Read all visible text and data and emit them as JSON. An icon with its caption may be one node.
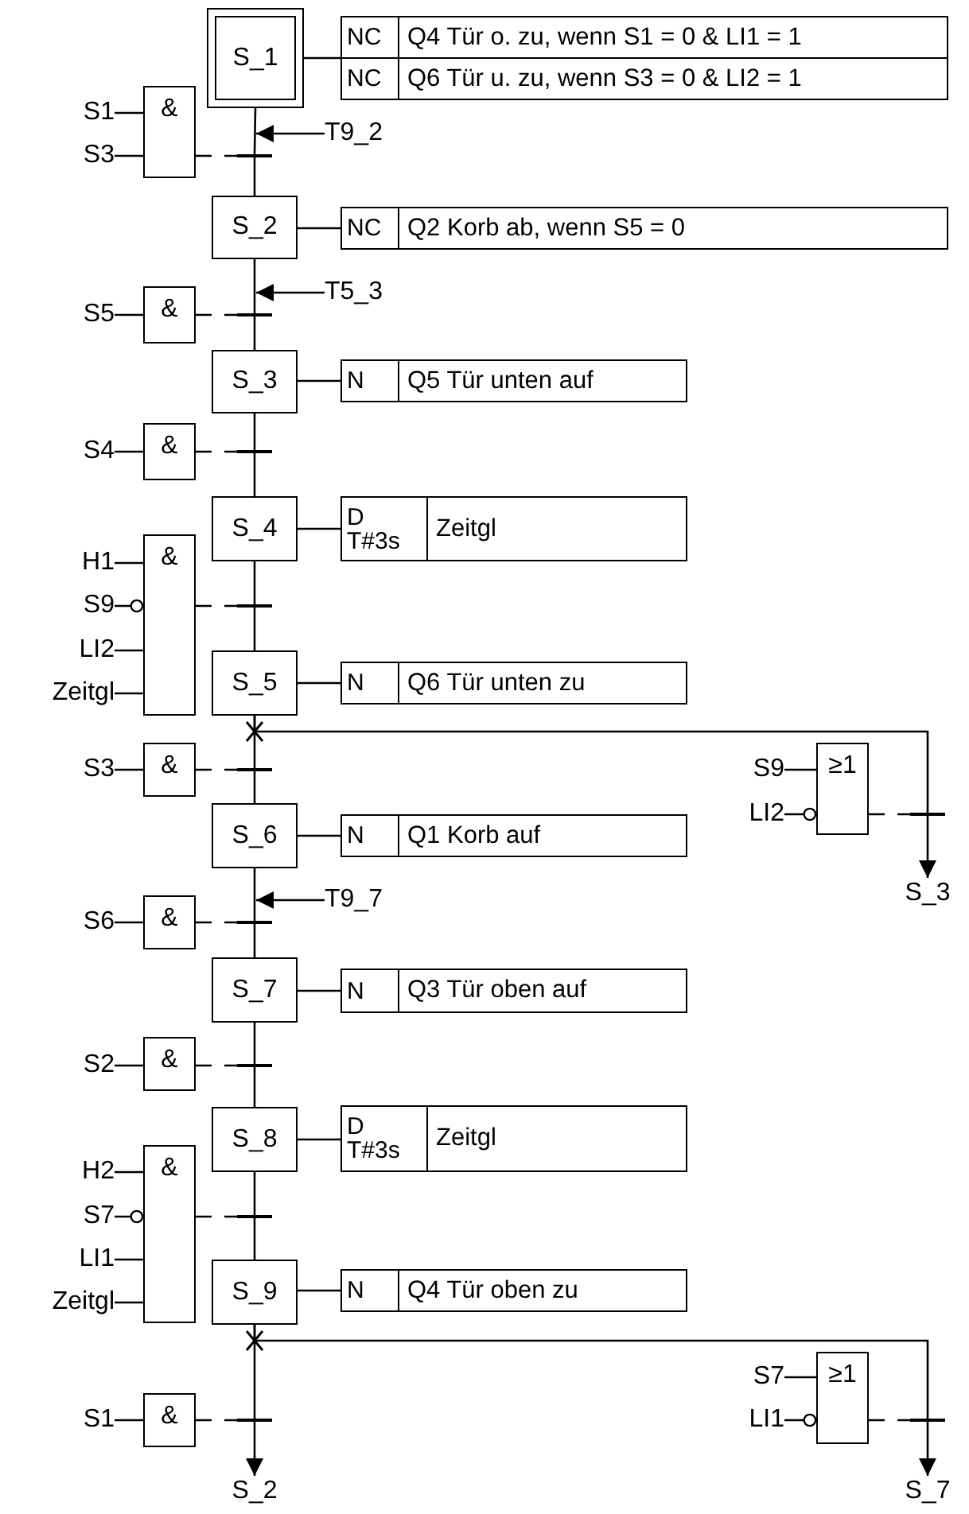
{
  "diagram": {
    "nodes": [
      {
        "text": [
          "S_1"
        ]
      },
      {
        "text": [
          "NC",
          "Q4 Tür o. zu, wenn S1 = 0 & LI1 = 1"
        ]
      },
      {
        "text": [
          "NC",
          "Q6 Tür u. zu, wenn S3 = 0 & LI2 = 1"
        ]
      },
      {
        "text": [
          "S1"
        ]
      },
      {
        "text": [
          "&"
        ]
      },
      {
        "text": [
          "T9_2"
        ]
      },
      {
        "text": [
          "S3"
        ]
      },
      {
        "text": [],
        "shape": "bar"
      },
      {
        "text": [
          "S_2"
        ]
      },
      {
        "text": [
          "NC",
          "Q2 Korb ab, wenn S5 = 0"
        ]
      },
      {
        "text": [
          "T5_3"
        ]
      },
      {
        "text": [
          "S5"
        ]
      },
      {
        "text": [
          "&"
        ]
      },
      {
        "text": [],
        "shape": "bar"
      },
      {
        "text": [
          "S_3"
        ]
      },
      {
        "text": [
          "N",
          "Q5 Tür unten auf"
        ]
      },
      {
        "text": [
          "S4"
        ]
      },
      {
        "text": [
          "&"
        ]
      },
      {
        "text": [],
        "shape": "bar"
      },
      {
        "text": [
          "S_4"
        ]
      },
      {
        "text": [
          "D T#3s",
          "Zeitgl"
        ]
      },
      {
        "text": [
          "H1"
        ]
      },
      {
        "text": [
          "&"
        ]
      },
      {
        "text": [
          "S9"
        ]
      },
      {
        "text": [],
        "shape": "bar"
      },
      {
        "text": [
          "LI2"
        ]
      },
      {
        "text": [
          "Zeitgl"
        ]
      },
      {
        "text": [
          "S_5"
        ]
      },
      {
        "text": [
          "N",
          "Q6 Tür unten zu"
        ]
      },
      {
        "text": [
          "S3"
        ]
      },
      {
        "text": [
          "&"
        ]
      },
      {
        "text": [],
        "shape": "bar"
      },
      {
        "text": [
          "S9"
        ]
      },
      {
        "text": [
          "≥1"
        ]
      },
      {
        "text": [
          "LI2"
        ]
      },
      {
        "text": [],
        "shape": "bar"
      },
      {
        "text": [
          "S_6"
        ]
      },
      {
        "text": [
          "N",
          "Q1 Korb auf"
        ]
      },
      {
        "text": [
          "S_3"
        ]
      },
      {
        "text": [
          "T9_7"
        ]
      },
      {
        "text": [
          "S6"
        ]
      },
      {
        "text": [
          "&"
        ]
      },
      {
        "text": [],
        "shape": "bar"
      },
      {
        "text": [
          "S_7"
        ]
      },
      {
        "text": [
          "N",
          "Q3 Tür oben auf"
        ]
      },
      {
        "text": [
          "S2"
        ]
      },
      {
        "text": [
          "&"
        ]
      },
      {
        "text": [],
        "shape": "bar"
      },
      {
        "text": [
          "S_8"
        ]
      },
      {
        "text": [
          "D T#3s",
          "Zeitgl"
        ]
      },
      {
        "text": [
          "H2"
        ]
      },
      {
        "text": [
          "&"
        ]
      },
      {
        "text": [
          "S7"
        ]
      },
      {
        "text": [],
        "shape": "bar"
      },
      {
        "text": [
          "LI1"
        ]
      },
      {
        "text": [
          "Zeitgl"
        ]
      },
      {
        "text": [
          "S_9"
        ]
      },
      {
        "text": [
          "N",
          "Q4 Tür oben zu"
        ]
      },
      {
        "text": [
          "S7"
        ]
      },
      {
        "text": [
          "≥1"
        ]
      },
      {
        "text": [
          "LI1"
        ]
      },
      {
        "text": [
          "S1"
        ]
      },
      {
        "text": [
          "&"
        ]
      },
      {
        "text": [],
        "shape": "bar"
      },
      {
        "text": [],
        "shape": "bar"
      },
      {
        "text": [
          "S_2"
        ]
      },
      {
        "text": [
          "S_7"
        ]
      }
    ],
    "edges": [
      {
        "from": 0,
        "to": 1,
        "arrow": "none"
      },
      {
        "from": 0,
        "to": 7,
        "arrow": "none"
      },
      {
        "from": 7,
        "to": 8,
        "arrow": "none"
      },
      {
        "from": 3,
        "to": 4,
        "arrow": "none"
      },
      {
        "from": 6,
        "to": 4,
        "arrow": "none"
      },
      {
        "from": 4,
        "to": 7,
        "arrow": "none",
        "style": "dashed"
      },
      {
        "from": 5,
        "to": 7,
        "arrow": "to"
      },
      {
        "from": 8,
        "to": 9,
        "arrow": "none"
      },
      {
        "from": 8,
        "to": 13,
        "arrow": "none"
      },
      {
        "from": 13,
        "to": 14,
        "arrow": "none"
      },
      {
        "from": 10,
        "to": 13,
        "arrow": "to"
      },
      {
        "from": 11,
        "to": 12,
        "arrow": "none"
      },
      {
        "from": 12,
        "to": 13,
        "arrow": "none",
        "style": "dashed"
      },
      {
        "from": 14,
        "to": 15,
        "arrow": "none"
      },
      {
        "from": 14,
        "to": 18,
        "arrow": "none"
      },
      {
        "from": 18,
        "to": 19,
        "arrow": "none"
      },
      {
        "from": 16,
        "to": 17,
        "arrow": "none"
      },
      {
        "from": 17,
        "to": 18,
        "arrow": "none",
        "style": "dashed"
      },
      {
        "from": 19,
        "to": 20,
        "arrow": "none"
      },
      {
        "from": 19,
        "to": 24,
        "arrow": "none"
      },
      {
        "from": 24,
        "to": 27,
        "arrow": "none"
      },
      {
        "from": 21,
        "to": 22,
        "arrow": "none"
      },
      {
        "from": 23,
        "to": 22,
        "arrow": "other"
      },
      {
        "from": 25,
        "to": 22,
        "arrow": "none"
      },
      {
        "from": 26,
        "to": 22,
        "arrow": "none"
      },
      {
        "from": 22,
        "to": 24,
        "arrow": "none",
        "style": "dashed"
      },
      {
        "from": 27,
        "to": 28,
        "arrow": "none"
      },
      {
        "from": 27,
        "to": 31,
        "arrow": "none"
      },
      {
        "from": 31,
        "to": 36,
        "arrow": "none"
      },
      {
        "from": 29,
        "to": 30,
        "arrow": "none"
      },
      {
        "from": 30,
        "to": 31,
        "arrow": "none",
        "style": "dashed"
      },
      {
        "from": 27,
        "to": 35,
        "arrow": "none"
      },
      {
        "from": 35,
        "to": 38,
        "arrow": "to"
      },
      {
        "from": 32,
        "to": 33,
        "arrow": "none"
      },
      {
        "from": 34,
        "to": 33,
        "arrow": "other"
      },
      {
        "from": 33,
        "to": 35,
        "arrow": "none",
        "style": "dashed"
      },
      {
        "from": 36,
        "to": 37,
        "arrow": "none"
      },
      {
        "from": 36,
        "to": 42,
        "arrow": "none"
      },
      {
        "from": 42,
        "to": 43,
        "arrow": "none"
      },
      {
        "from": 39,
        "to": 42,
        "arrow": "to"
      },
      {
        "from": 40,
        "to": 41,
        "arrow": "none"
      },
      {
        "from": 41,
        "to": 42,
        "arrow": "none",
        "style": "dashed"
      },
      {
        "from": 43,
        "to": 44,
        "arrow": "none"
      },
      {
        "from": 43,
        "to": 47,
        "arrow": "none"
      },
      {
        "from": 47,
        "to": 48,
        "arrow": "none"
      },
      {
        "from": 45,
        "to": 46,
        "arrow": "none"
      },
      {
        "from": 46,
        "to": 47,
        "arrow": "none",
        "style": "dashed"
      },
      {
        "from": 48,
        "to": 49,
        "arrow": "none"
      },
      {
        "from": 48,
        "to": 53,
        "arrow": "none"
      },
      {
        "from": 53,
        "to": 56,
        "arrow": "none"
      },
      {
        "from": 50,
        "to": 51,
        "arrow": "none"
      },
      {
        "from": 52,
        "to": 51,
        "arrow": "other"
      },
      {
        "from": 54,
        "to": 51,
        "arrow": "none"
      },
      {
        "from": 55,
        "to": 51,
        "arrow": "none"
      },
      {
        "from": 51,
        "to": 53,
        "arrow": "none",
        "style": "dashed"
      },
      {
        "from": 56,
        "to": 57,
        "arrow": "none"
      },
      {
        "from": 56,
        "to": 63,
        "arrow": "none"
      },
      {
        "from": 63,
        "to": 65,
        "arrow": "to"
      },
      {
        "from": 61,
        "to": 62,
        "arrow": "none"
      },
      {
        "from": 62,
        "to": 63,
        "arrow": "none",
        "style": "dashed"
      },
      {
        "from": 56,
        "to": 64,
        "arrow": "none"
      },
      {
        "from": 64,
        "to": 66,
        "arrow": "to"
      },
      {
        "from": 58,
        "to": 59,
        "arrow": "none"
      },
      {
        "from": 60,
        "to": 59,
        "arrow": "other"
      },
      {
        "from": 59,
        "to": 64,
        "arrow": "none",
        "style": "dashed"
      }
    ]
  }
}
